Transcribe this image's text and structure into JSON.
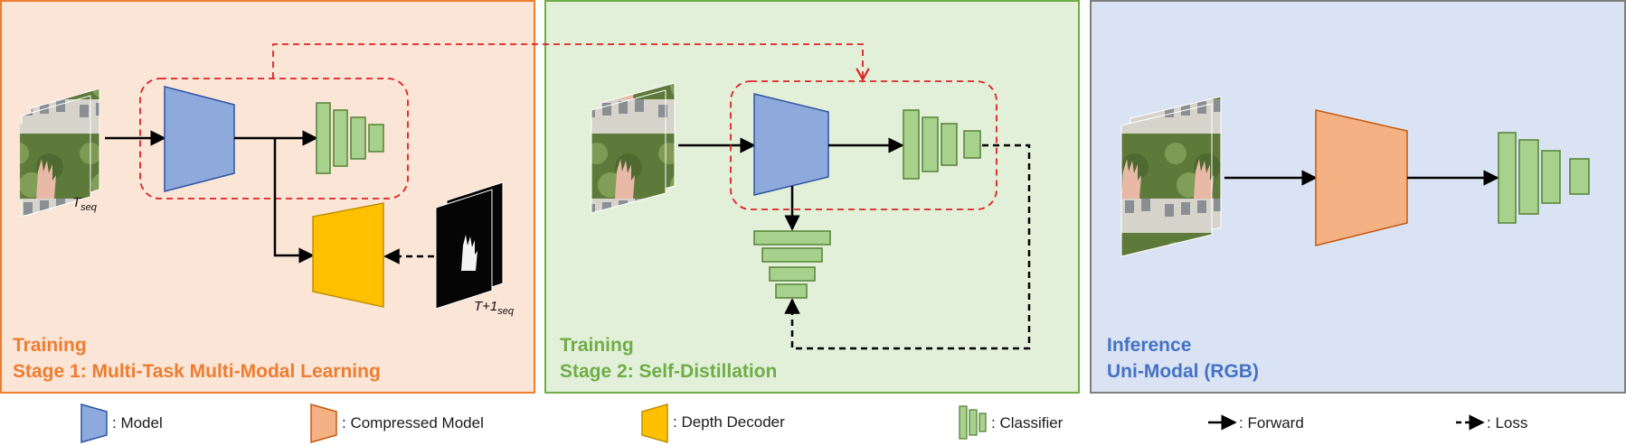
{
  "panels": {
    "stage1": {
      "line1": "Training",
      "line2": "Stage 1: Multi-Task Multi-Modal Learning",
      "color": "#ED7D31",
      "fill": "#FBE5D6"
    },
    "stage2": {
      "line1": "Training",
      "line2": "Stage 2: Self-Distillation",
      "color": "#70AD47",
      "fill": "#E2F0D9"
    },
    "inference": {
      "line1": "Inference",
      "line2": "Uni-Modal (RGB)",
      "color": "#4472C4",
      "fill": "#DAE3F3"
    }
  },
  "labels": {
    "t_seq_base": "T",
    "t_seq_sub": "seq",
    "t1_seq_base": "T+1",
    "t1_seq_sub": "seq"
  },
  "legend": {
    "model": ": Model",
    "compressed": ": Compressed Model",
    "depth": ": Depth Decoder",
    "classifier": ": Classifier",
    "forward": ": Forward",
    "loss": ": Loss"
  },
  "colors": {
    "model": "#8EA9DB",
    "model_stroke": "#2F55A4",
    "compressed": "#F4B183",
    "compressed_stroke": "#C55A11",
    "depth": "#FFC000",
    "depth_stroke": "#BF9000",
    "classifier": "#A9D18E",
    "classifier_stroke": "#548235",
    "loss_highlight": "#E02020"
  }
}
